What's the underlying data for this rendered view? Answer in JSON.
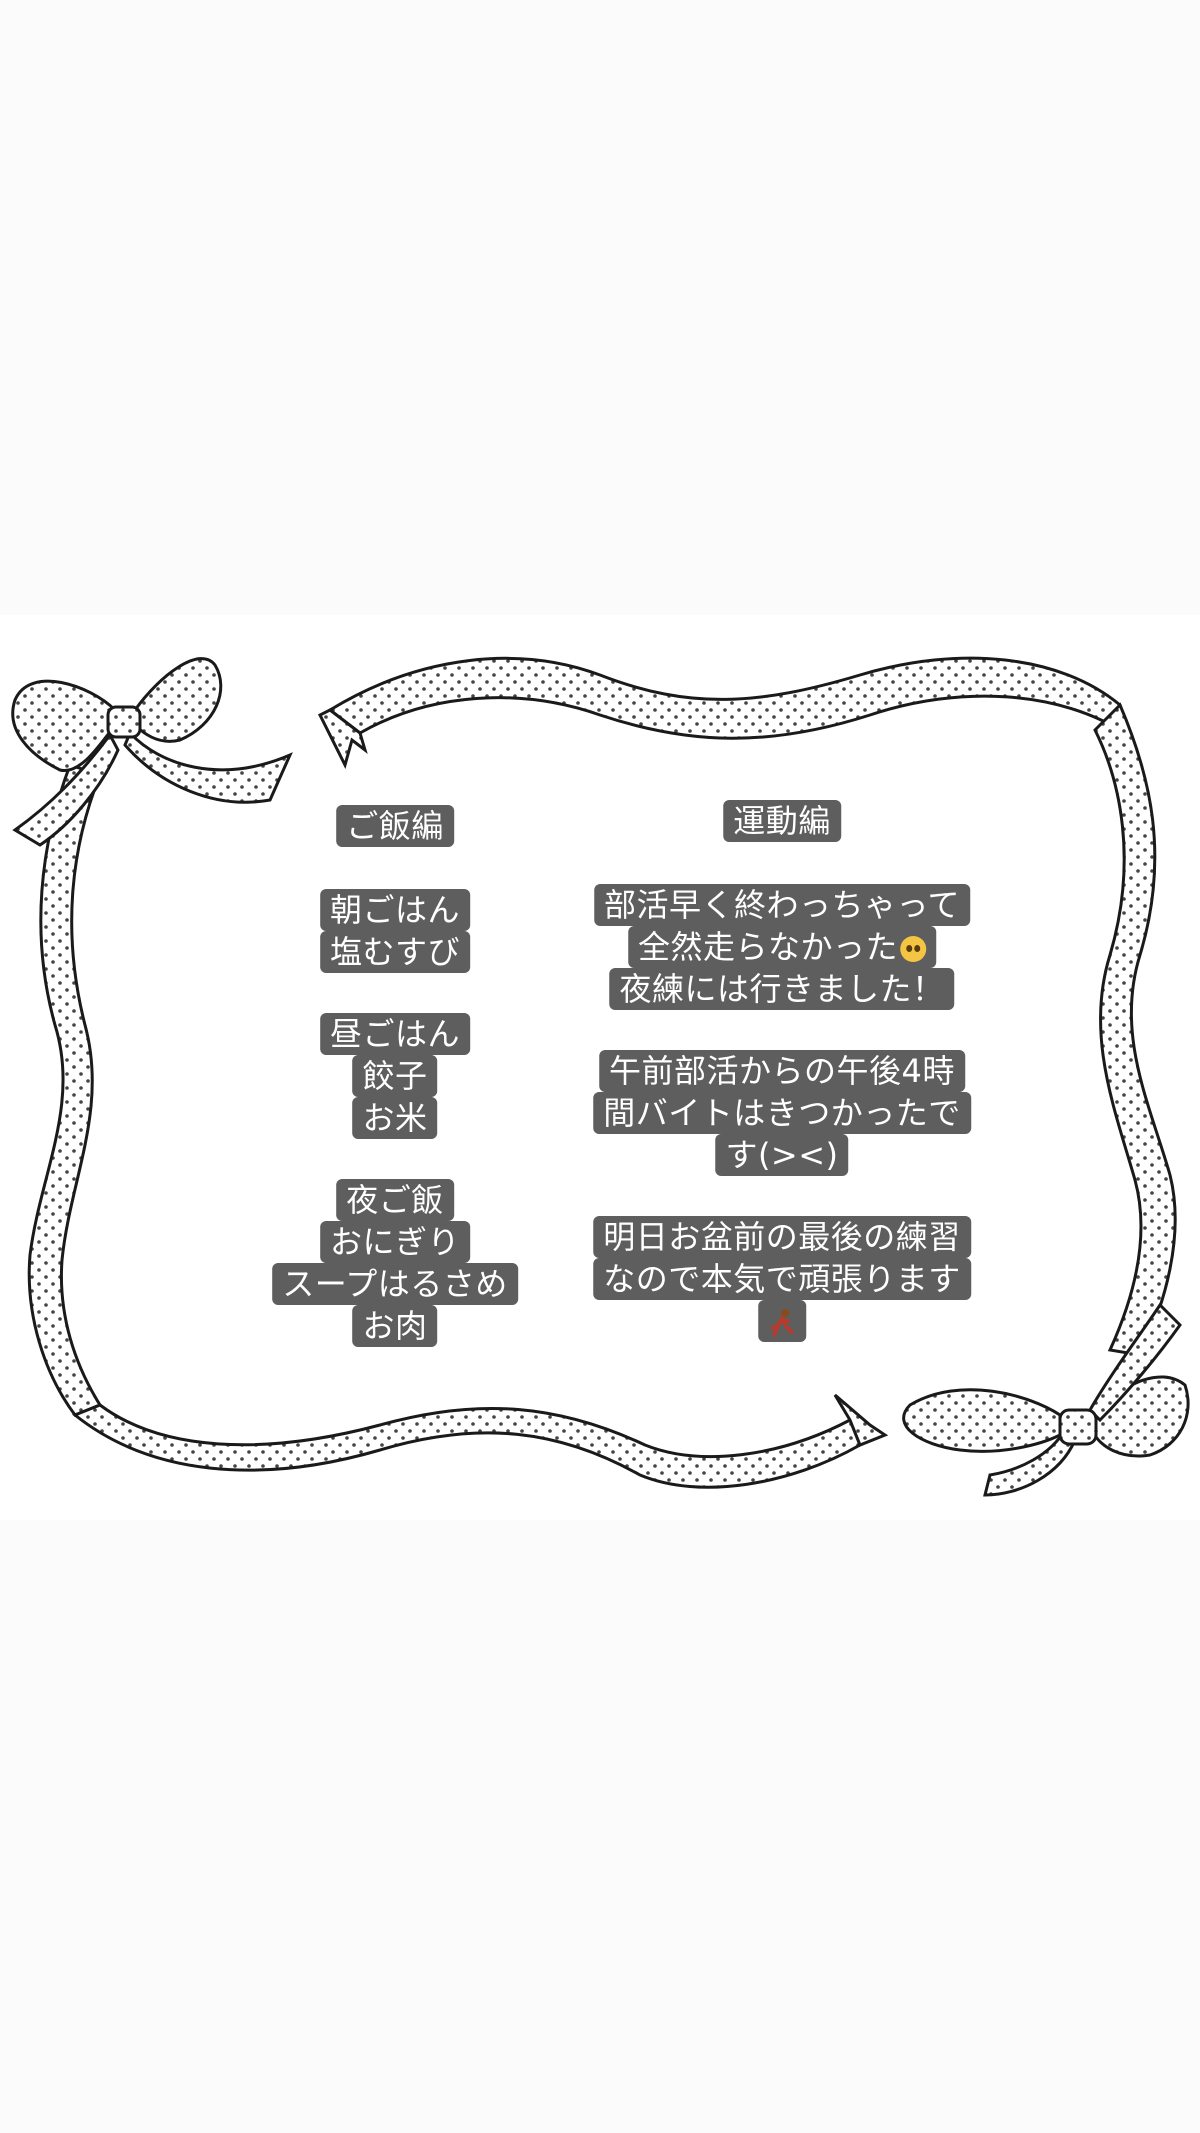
{
  "colors": {
    "label_bg": "#5e5e5e",
    "label_text": "#ffffff",
    "ribbon_stroke": "#1a1a1a",
    "ribbon_fill": "#ffffff",
    "dot": "#444444"
  },
  "food": {
    "title": "ご飯編",
    "breakfast": [
      "朝ごはん",
      "塩むすび"
    ],
    "lunch": [
      "昼ごはん",
      "餃子",
      "お米"
    ],
    "dinner": [
      "夜ご飯",
      "おにぎり",
      "スープはるさめ",
      "お肉"
    ]
  },
  "exercise": {
    "title": "運動編",
    "entry1": [
      "部活早く終わっちゃって",
      "全然走らなかった",
      "夜練には行きました！"
    ],
    "entry1_emoji": "pleading-face-icon",
    "entry2": [
      "午前部活からの午後4時",
      "間バイトはきつかったで",
      "す(><)"
    ],
    "entry3": [
      "明日お盆前の最後の練習",
      "なので本気で頑張ります"
    ],
    "entry3_emoji": "runner-icon"
  }
}
